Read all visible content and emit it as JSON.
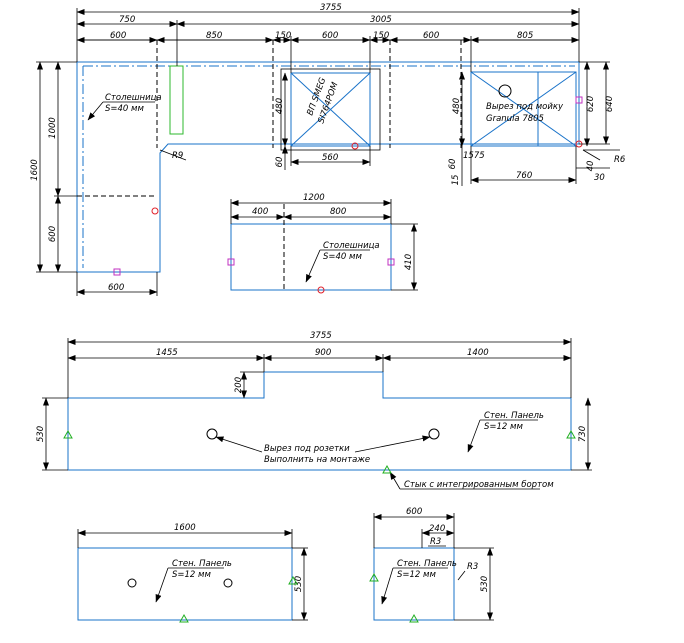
{
  "top_plan": {
    "dims": {
      "overall": "3755",
      "left_part": "750",
      "right_part": "3005",
      "seg1": "600",
      "seg2": "850",
      "seg3": "150",
      "seg4": "600",
      "seg5": "150",
      "seg6": "600",
      "seg7": "805",
      "left_total": "1600",
      "left_upper": "1000",
      "left_lower": "600",
      "bottom_width": "600",
      "hob_h1": "480",
      "hob_h2": "60",
      "hob_w": "560",
      "sink_h1": "480",
      "sink_h2": "60",
      "sink_h3": "15",
      "sink_offset": "1575",
      "sink_w": "760",
      "sink_side1": "620",
      "sink_side2": "640",
      "sink_side3": "40",
      "sink_side4": "30",
      "radius_left": "R9",
      "radius_right": "R6"
    },
    "notes": {
      "countertop_title": "Столешница",
      "countertop_thk": "S=40 мм",
      "hob_line1": "ВП SMEG",
      "hob_line2": "SI764POM",
      "sink_line1": "Вырез под мойку",
      "sink_line2": "Granula 7805"
    }
  },
  "small_top": {
    "overall": "1200",
    "part1": "400",
    "part2": "800",
    "height": "410",
    "title": "Столешница",
    "thk": "S=40 мм"
  },
  "wall_panel": {
    "overall": "3755",
    "part1": "1455",
    "part2": "900",
    "part3": "1400",
    "step": "200",
    "height_left": "530",
    "height_right": "730",
    "sockets_line1": "Вырез под розетки",
    "sockets_line2": "Выполнить на монтаже",
    "panel_title": "Стен. Панель",
    "panel_thk": "S=12 мм",
    "joint_note": "Стык с интегрированным бортом"
  },
  "panel_1600": {
    "width": "1600",
    "height": "530",
    "title": "Стен. Панель",
    "thk": "S=12 мм"
  },
  "panel_600": {
    "width": "600",
    "part": "240",
    "r_top": "R3",
    "r_side": "R3",
    "height": "530",
    "title": "Стен. Панель",
    "thk": "S=12 мм"
  },
  "colors": {
    "outline": "#1a73c9",
    "dimension": "#000000",
    "hob_marker": "#2db82d",
    "circle_marker": "#e0202a",
    "square_marker": "#c030c0",
    "triangle_marker": "#22b022"
  }
}
